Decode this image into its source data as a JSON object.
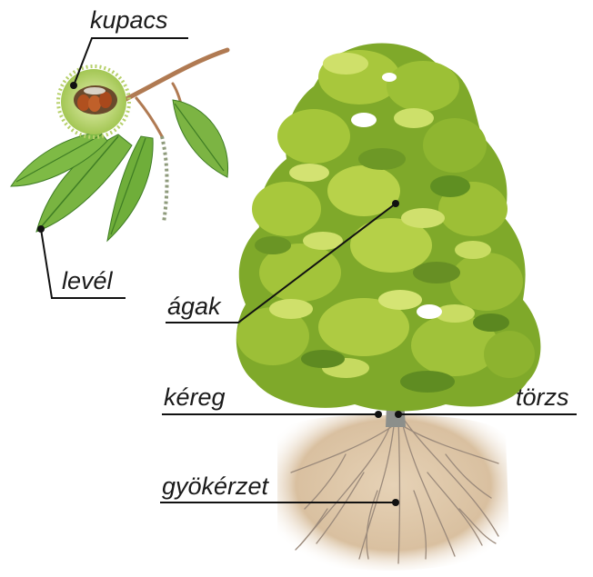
{
  "labels": {
    "kupacs": "kupacs",
    "level": "levél",
    "agak": "ágak",
    "kereg": "kéreg",
    "torzs": "törzs",
    "gyokerzet": "gyökérzet"
  },
  "colors": {
    "foliage_dark": "#5f8f22",
    "foliage_mid": "#93bd2f",
    "foliage_light": "#c5d95a",
    "trunk": "#8c8f8b",
    "soil": "#dcc5a6",
    "leaf": "#6fae3a",
    "leaf_vein": "#3f7d24",
    "twig": "#b07a52",
    "nut": "#b0501f",
    "roots": "#9b8a7b",
    "line": "#111111"
  }
}
